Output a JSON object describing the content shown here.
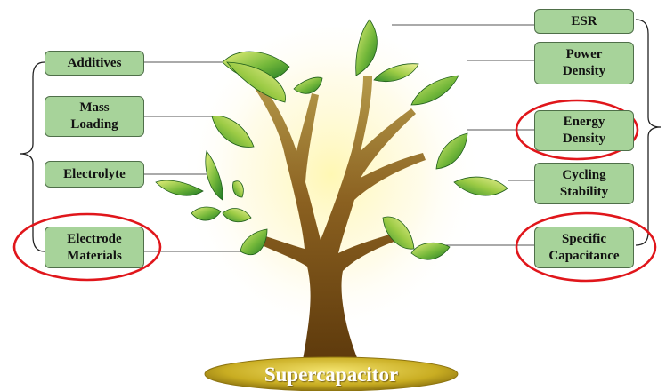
{
  "diagram": {
    "root_label": "Supercapacitor",
    "left_factors": [
      {
        "id": "additives",
        "label": "Additives",
        "highlighted": false
      },
      {
        "id": "mass-loading",
        "label": "Mass\nLoading",
        "highlighted": false
      },
      {
        "id": "electrolyte",
        "label": "Electrolyte",
        "highlighted": false
      },
      {
        "id": "electrode-materials",
        "label": "Electrode\nMaterials",
        "highlighted": true
      }
    ],
    "right_factors": [
      {
        "id": "esr",
        "label": "ESR",
        "highlighted": false
      },
      {
        "id": "power-density",
        "label": "Power\nDensity",
        "highlighted": false
      },
      {
        "id": "energy-density",
        "label": "Energy\nDensity",
        "highlighted": true
      },
      {
        "id": "cycling-stability",
        "label": "Cycling\nStability",
        "highlighted": false
      },
      {
        "id": "specific-capacitance",
        "label": "Specific\nCapacitance",
        "highlighted": true
      }
    ],
    "colors": {
      "box_fill": "#a7d39a",
      "box_border": "#4f6f49",
      "highlight_ring": "#e0161b",
      "trunk": "#7a4f12",
      "leaf": "#3f9a2a",
      "base": "#c9b227"
    }
  }
}
